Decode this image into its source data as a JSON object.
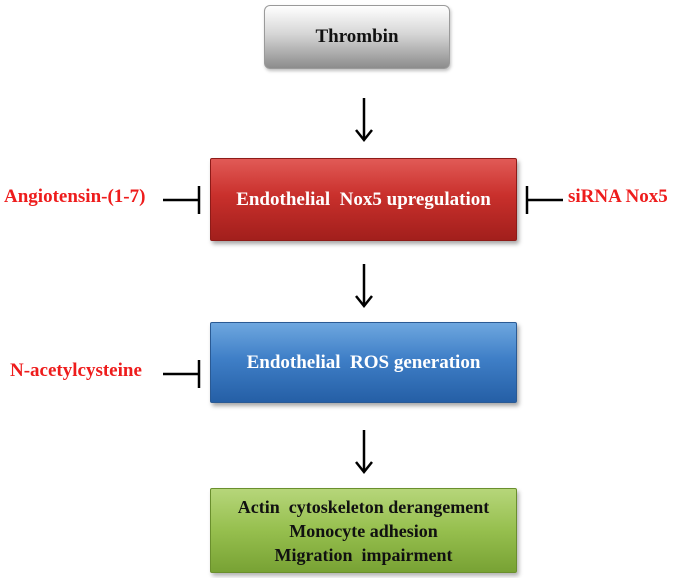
{
  "nodes": {
    "thrombin": "Thrombin",
    "nox5": "Endothelial  Nox5 upregulation",
    "ros": "Endothelial  ROS generation",
    "outcomes": [
      "Actin  cytoskeleton derangement",
      "Monocyte adhesion",
      "Migration  impairment"
    ]
  },
  "inhibitors": {
    "angiotensin": "Angiotensin-(1-7)",
    "sirna": "siRNA Nox5",
    "nac": "N-acetylcysteine"
  },
  "colors": {
    "inhibitor_text": "#ee1c1c",
    "nox5_box": "#c9302c",
    "ros_box": "#3f7fc7",
    "outcome_box": "#96bf4e",
    "thrombin_box": "#c8c8c8"
  }
}
